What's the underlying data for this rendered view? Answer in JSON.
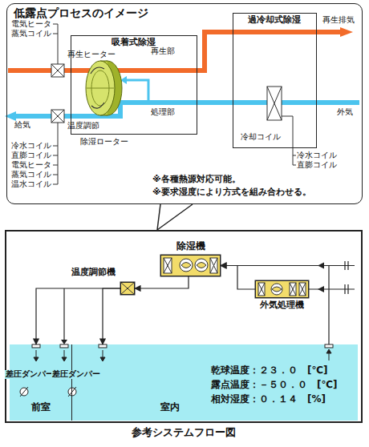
{
  "diagram": {
    "nodes": [
      {
        "text": [
          "低露点プロセスのイメージ"
        ]
      },
      {
        "text": [
          "吸着式除湿"
        ],
        "in": 0
      },
      {
        "text": [
          "過冷却式除湿"
        ],
        "in": 0
      },
      {
        "text": [
          "参考システムフロー図"
        ]
      },
      {
        "text": [
          "除湿機"
        ],
        "in": 3
      },
      {
        "text": [
          "温度調節機"
        ],
        "in": 3
      },
      {
        "text": [
          "外気処理機"
        ],
        "in": 3
      },
      {
        "text": [
          "室内"
        ],
        "in": 3
      },
      {
        "text": [
          "前室"
        ],
        "in": 7
      }
    ],
    "edges": [
      {
        "from": 6,
        "to": 4,
        "arrow": "to"
      },
      {
        "from": 4,
        "to": 5,
        "arrow": "to"
      },
      {
        "from": 5,
        "to": 8,
        "arrow": "to"
      },
      {
        "from": 5,
        "to": 7,
        "arrow": "to"
      },
      {
        "from": 7,
        "to": 4,
        "arrow": "to"
      }
    ],
    "labels": [
      "電気ヒータ",
      "蒸気コイル",
      "再生ヒーター",
      "再生部",
      "処理部",
      "除湿ローター",
      "再生排気",
      "給気",
      "温度調節",
      "外気",
      "冷却コイル",
      "冷水コイル",
      "直膨コイル",
      "冷水コイル",
      "直膨コイル",
      "電気ヒータ",
      "蒸気コイル",
      "温水コイル",
      "※各種熱源対応可能。",
      "※要求湿度により方式を組み合わせる。",
      "差圧ダンパー",
      "差圧ダンパー",
      "乾球温度：２３．０　[℃]",
      "露点温度：－５０．０　[℃]",
      "相対湿度：０．１４　[%]"
    ]
  }
}
